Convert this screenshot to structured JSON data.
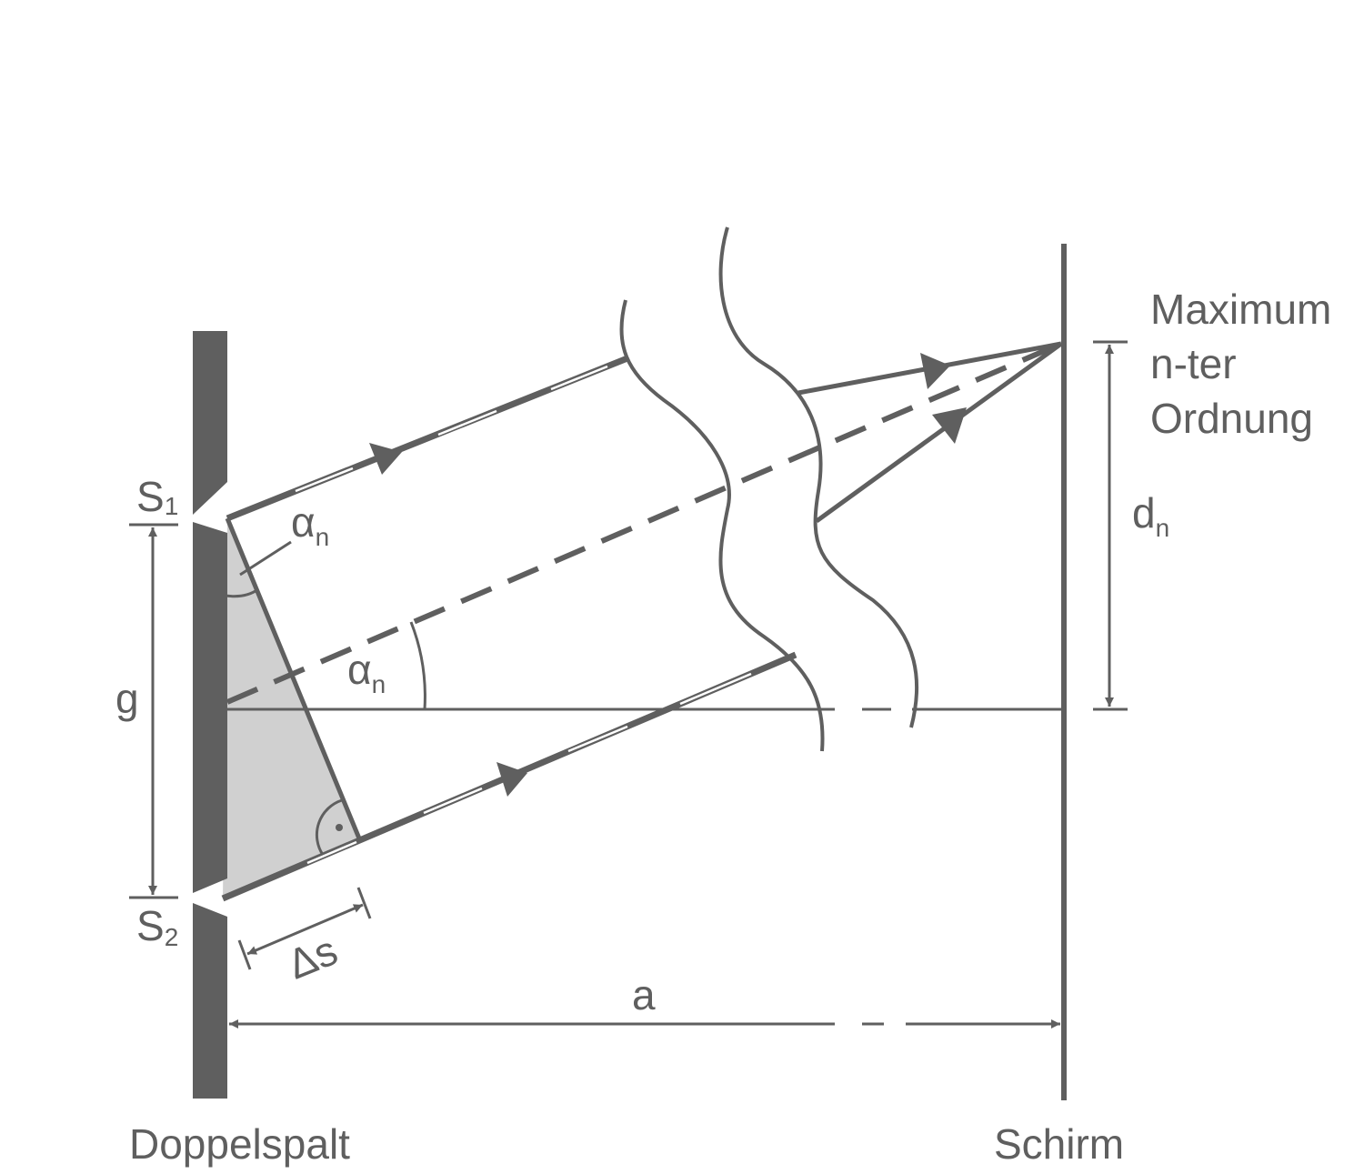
{
  "diagram": {
    "colors": {
      "ink": "#5f5f5f",
      "shade": "#d0d0d0",
      "background": "#ffffff"
    },
    "labels": {
      "slit1_letter": "S",
      "slit1_index": "1",
      "slit2_letter": "S",
      "slit2_index": "2",
      "slit_spacing": "g",
      "angle_letter": "α",
      "angle_index": "n",
      "path_difference": "Δs",
      "distance": "a",
      "displacement_letter": "d",
      "displacement_index": "n",
      "maximum_line1": "Maximum",
      "maximum_line2": "n-ter",
      "maximum_line3": "Ordnung",
      "double_slit": "Doppelspalt",
      "screen": "Schirm"
    }
  }
}
